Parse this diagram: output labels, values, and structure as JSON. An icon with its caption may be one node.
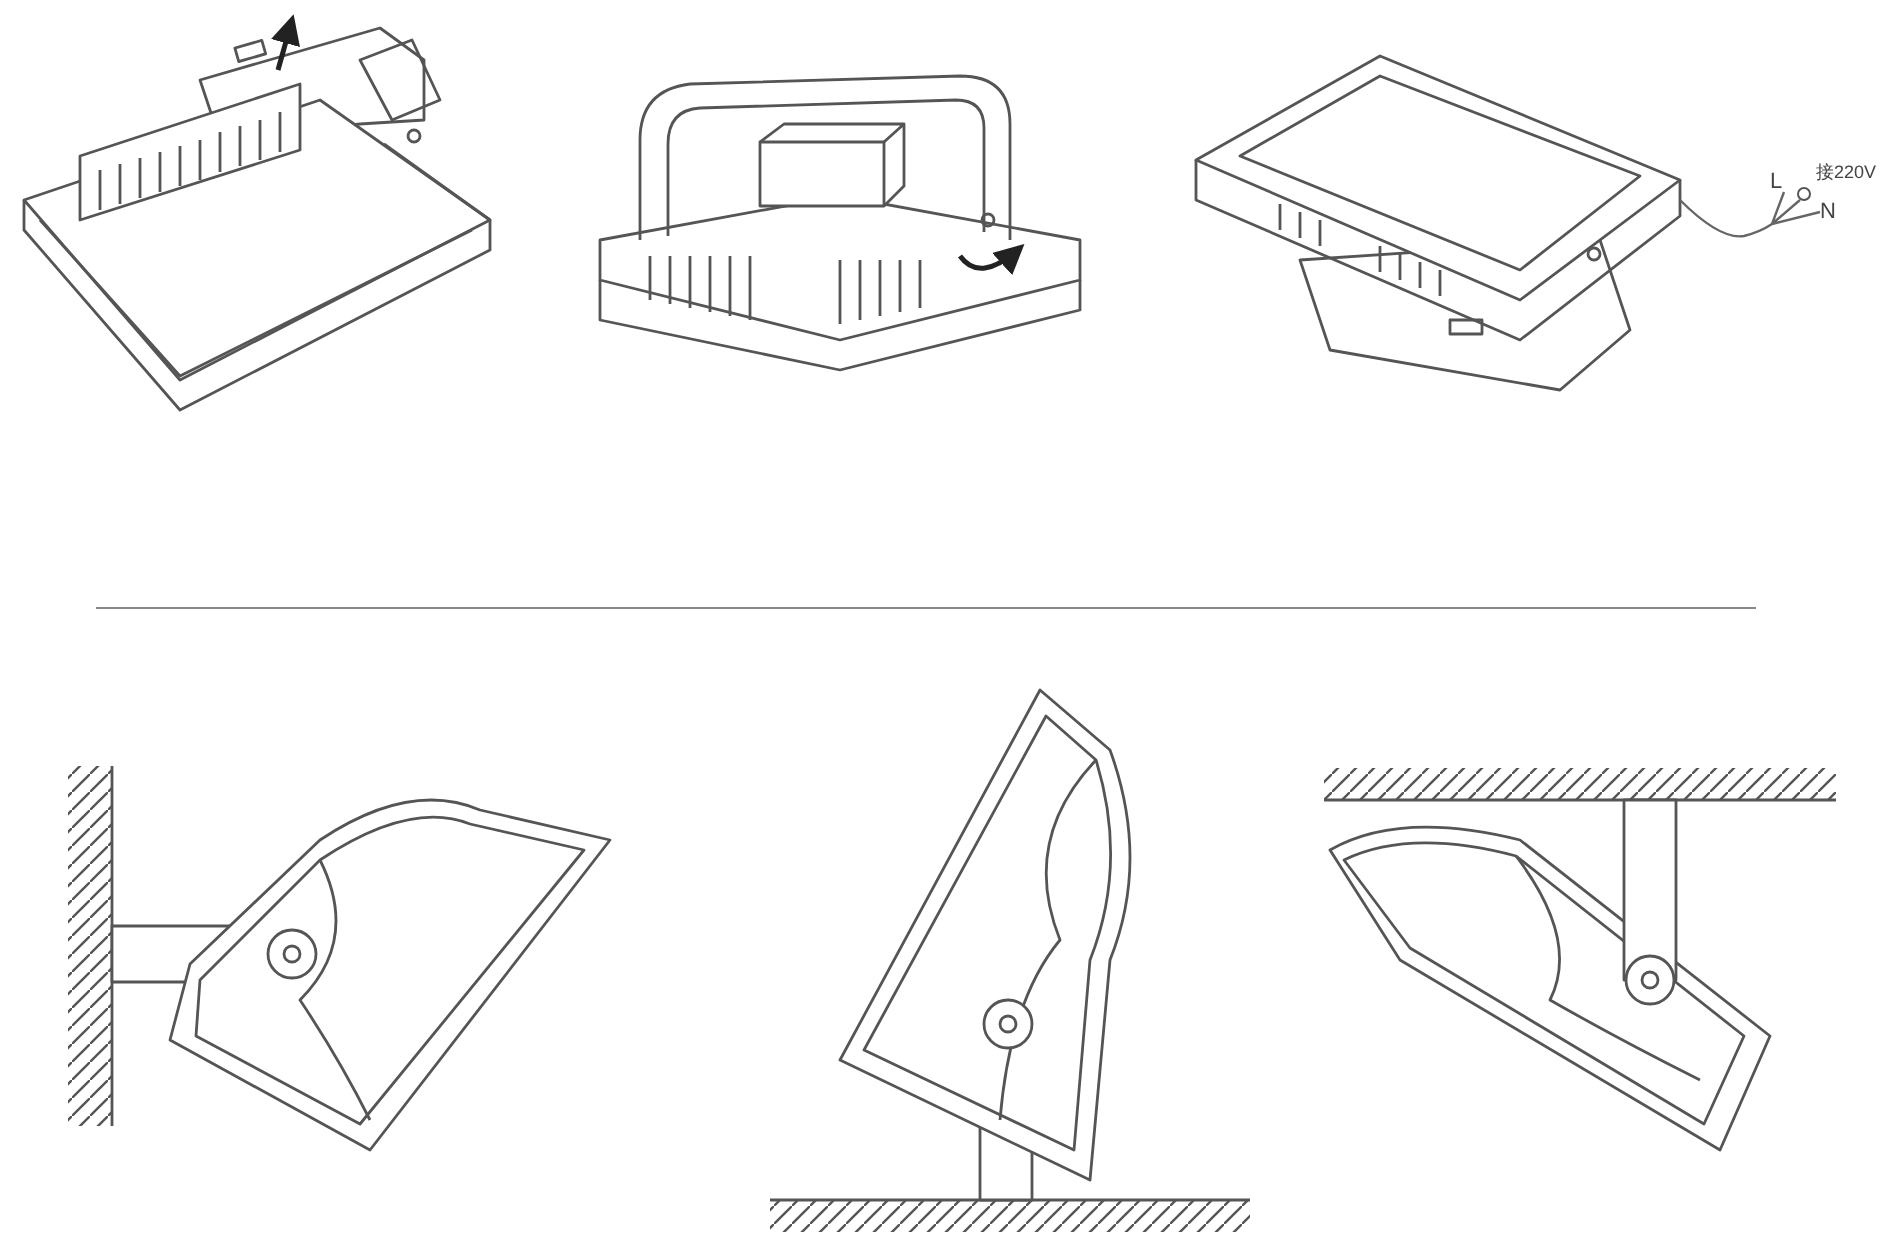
{
  "diagram": {
    "labels": [
      "接220V",
      "L",
      "N"
    ]
  }
}
